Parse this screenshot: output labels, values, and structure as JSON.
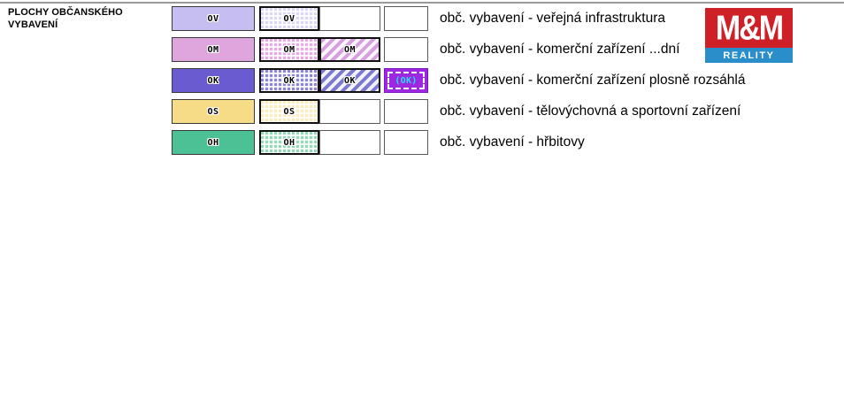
{
  "document": {
    "group_title": "PLOCHY OBČANSKÉHO VYBAVENÍ"
  },
  "legend": {
    "rows": [
      {
        "code": "OV",
        "description": "obč. vybavení - veřejná infrastruktura",
        "solid_color": "#c6bdf0",
        "pattern_color": "#ddd6f7",
        "cells": [
          "solid",
          "grid",
          "empty",
          "empty"
        ]
      },
      {
        "code": "OM",
        "description": "obč. vybavení - komerční zařízení ...dní",
        "solid_color": "#dfa5dd",
        "pattern_color": "#e9a8e6",
        "diag_color": "#d79fe0",
        "cells": [
          "solid",
          "grid",
          "diag",
          "empty"
        ]
      },
      {
        "code": "OK",
        "description": "obč. vybavení - komerční zařízení plosně rozsáhlá",
        "solid_color": "#6a5cd0",
        "pattern_color": "#8b86d8",
        "diag_color": "#7b79d2",
        "symbol_code": "(OK)",
        "symbol_fill": "#9d28e0",
        "symbol_text_color": "#22e0ff",
        "cells": [
          "solid",
          "grid",
          "diag",
          "symbol"
        ]
      },
      {
        "code": "OS",
        "description": "obč. vybavení - tělovýchovná a sportovní zařízení",
        "solid_color": "#f6dc86",
        "pattern_color": "#fbecb8",
        "cells": [
          "solid",
          "grid",
          "empty",
          "empty"
        ]
      },
      {
        "code": "OH",
        "description": "obč. vybavení - hřbitovy",
        "solid_color": "#4cc195",
        "pattern_color": "#93d8b8",
        "cells": [
          "solid",
          "grid",
          "empty",
          "empty"
        ]
      }
    ]
  },
  "watermark": {
    "brand_top": "M&M",
    "brand_bottom": "REALITY",
    "red": "#cf2027",
    "blue": "#2a8ecb"
  }
}
